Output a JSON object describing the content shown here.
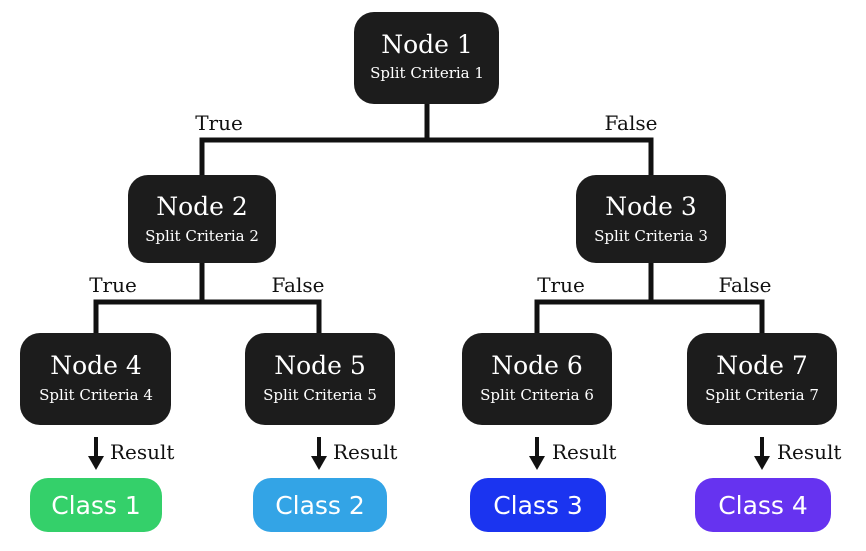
{
  "nodes": {
    "n1": {
      "title": "Node 1",
      "subtitle": "Split Criteria 1"
    },
    "n2": {
      "title": "Node 2",
      "subtitle": "Split Criteria 2"
    },
    "n3": {
      "title": "Node 3",
      "subtitle": "Split Criteria 3"
    },
    "n4": {
      "title": "Node 4",
      "subtitle": "Split Criteria 4"
    },
    "n5": {
      "title": "Node 5",
      "subtitle": "Split Criteria 5"
    },
    "n6": {
      "title": "Node 6",
      "subtitle": "Split Criteria 6"
    },
    "n7": {
      "title": "Node 7",
      "subtitle": "Split Criteria 7"
    }
  },
  "branches": {
    "n1_true": "True",
    "n1_false": "False",
    "n2_true": "True",
    "n2_false": "False",
    "n3_true": "True",
    "n3_false": "False"
  },
  "results": {
    "r4": "Result",
    "r5": "Result",
    "r6": "Result",
    "r7": "Result"
  },
  "classes": {
    "c1": {
      "label": "Class 1",
      "color": "#34d06a"
    },
    "c2": {
      "label": "Class 2",
      "color": "#33a4e6"
    },
    "c3": {
      "label": "Class 3",
      "color": "#1b34f0"
    },
    "c4": {
      "label": "Class 4",
      "color": "#6633f0"
    }
  },
  "colors": {
    "node_fill": "#1c1c1c",
    "line": "#111111"
  }
}
